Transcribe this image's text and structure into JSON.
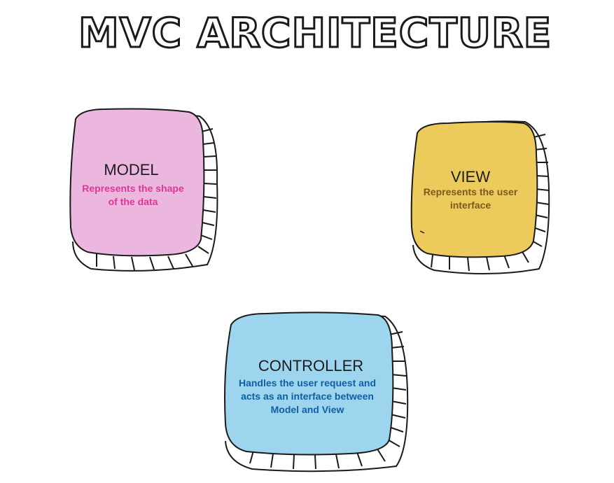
{
  "title": "MVC ARCHITECTURE",
  "model": {
    "heading": "MODEL",
    "description_lines": [
      "Represents the shape",
      "of the data"
    ],
    "fill": "#ecb7df",
    "text_color": "#e03596"
  },
  "view": {
    "heading": "VIEW",
    "description_lines": [
      "Represents the user",
      "interface"
    ],
    "fill": "#eccb5c",
    "text_color": "#7a5a1d"
  },
  "controller": {
    "heading": "CONTROLLER",
    "description_lines": [
      "Handles the user request and",
      "acts as an interface between",
      "Model and View"
    ],
    "fill": "#9ed5ee",
    "text_color": "#0e5fa6"
  }
}
